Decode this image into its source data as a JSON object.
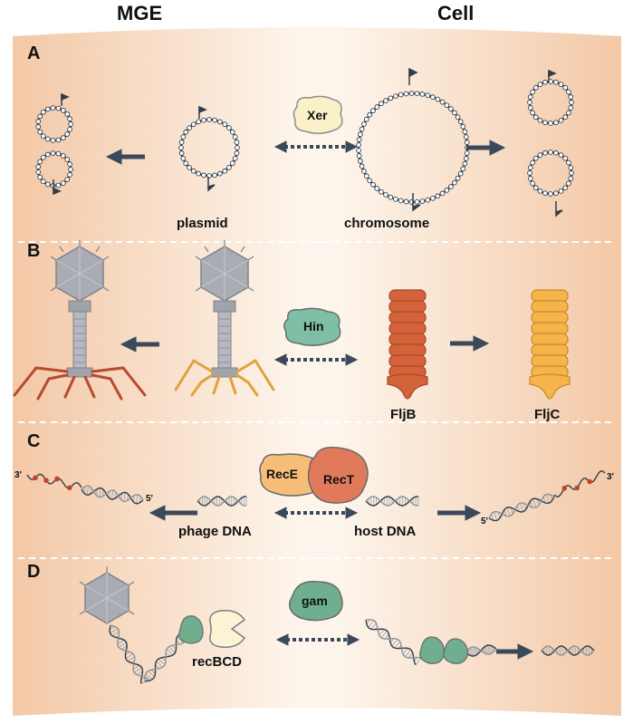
{
  "headers": {
    "left": "MGE",
    "right": "Cell"
  },
  "panel_a": {
    "letter": "A",
    "protein": "Xer",
    "left_label": "plasmid",
    "right_label": "chromosome"
  },
  "panel_b": {
    "letter": "B",
    "protein": "Hin",
    "flagellin_left": "FljB",
    "flagellin_right": "FljC"
  },
  "panel_c": {
    "letter": "C",
    "protein_1": "RecE",
    "protein_2": "RecT",
    "left_label": "phage DNA",
    "right_label": "host DNA",
    "end_3_left": "3'",
    "end_5_left": "5'",
    "end_5_right": "5'",
    "end_3_right": "3'"
  },
  "panel_d": {
    "letter": "D",
    "protein": "gam",
    "complex": "recBCD"
  },
  "colors": {
    "background_edge": "#f2c9a8",
    "background_center": "#fdf6ee",
    "arrow": "#3a4a5a",
    "xer": "#fbf1c8",
    "hin": "#7fbfa6",
    "rece": "#f7be7a",
    "rect": "#e07a5a",
    "gam": "#6fae8f",
    "fljb": "#d4633a",
    "fljc": "#f6b54a",
    "phage_head": "#a9acb3",
    "phage_legs_left": "#b84a2e",
    "phage_legs_right": "#e0a23c",
    "recbcd": "#fbf3d4"
  }
}
